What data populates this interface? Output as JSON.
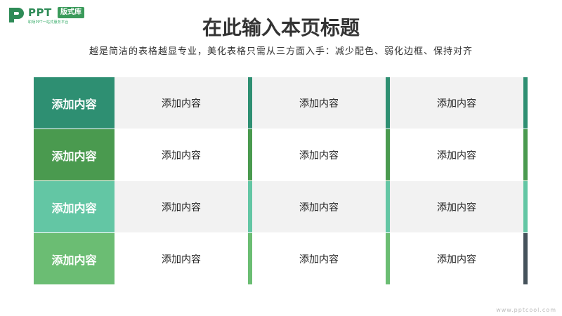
{
  "logo": {
    "brand": "PPT",
    "badge": "版式库",
    "tagline": "职场PPT一站式服务平台"
  },
  "title": "在此输入本页标题",
  "subtitle": "越是简洁的表格越显专业，美化表格只需从三方面入手：减少配色、弱化边框、保持对齐",
  "table": {
    "rows": [
      {
        "header": "添加内容",
        "header_color": "#2e8f72",
        "bar_color": "#2e8f72",
        "shaded": true,
        "cells": [
          "添加内容",
          "添加内容",
          "添加内容"
        ]
      },
      {
        "header": "添加内容",
        "header_color": "#4a9a4f",
        "bar_color": "#4a9a4f",
        "shaded": false,
        "cells": [
          "添加内容",
          "添加内容",
          "添加内容"
        ]
      },
      {
        "header": "添加内容",
        "header_color": "#63c6a4",
        "bar_color": "#63c6a4",
        "shaded": true,
        "cells": [
          "添加内容",
          "添加内容",
          "添加内容"
        ]
      },
      {
        "header": "添加内容",
        "header_color": "#6bbd73",
        "bar_color": "#6bbd73",
        "last_bar_color": "#45525b",
        "shaded": false,
        "cells": [
          "添加内容",
          "添加内容",
          "添加内容"
        ]
      }
    ]
  },
  "watermark": "www.pptcool.com"
}
